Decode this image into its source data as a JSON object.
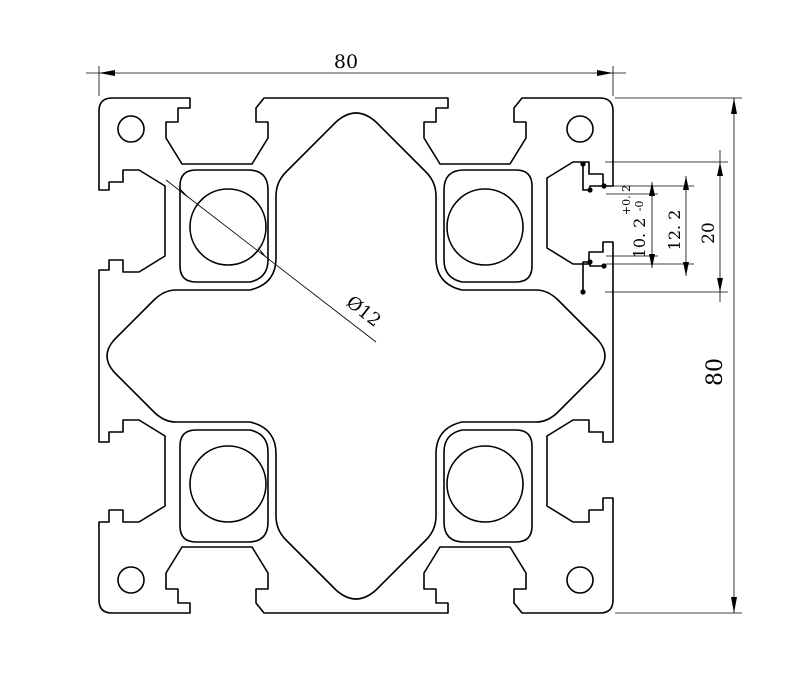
{
  "drawing": {
    "width_dim": "80",
    "height_dim": "80",
    "bore_dim": "Ø12",
    "slot_pitch_dim": "20",
    "slot_inner_dim": "12. 2",
    "slot_width_dim": "10. 2",
    "tol_upper": "+0. 2",
    "tol_lower": "-0"
  }
}
